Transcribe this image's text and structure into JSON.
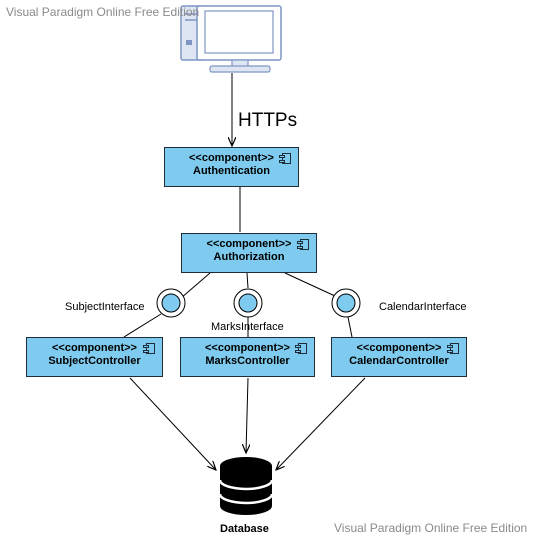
{
  "watermark_top": "Visual Paradigm Online Free Edition",
  "watermark_bottom": "Visual Paradigm Online Free Edition",
  "protocol_label": "HTTPs",
  "stereotype": "<<component>>",
  "components": {
    "authentication": "Authentication",
    "authorization": "Authorization",
    "subject_controller": "SubjectController",
    "marks_controller": "MarksController",
    "calendar_controller": "CalendarController"
  },
  "interfaces": {
    "subject": "SubjectInterface",
    "marks": "MarksInterface",
    "calendar": "CalendarInterface"
  },
  "database_label": "Database",
  "colors": {
    "component_fill": "#7ecbef",
    "border": "#1e2d3a",
    "interface_fill": "#7ecbef",
    "database_fill": "#000000",
    "computer_outline": "#7f95c4"
  },
  "icons": [
    "computer-icon",
    "component-icon",
    "provided-interface-icon",
    "database-icon"
  ]
}
